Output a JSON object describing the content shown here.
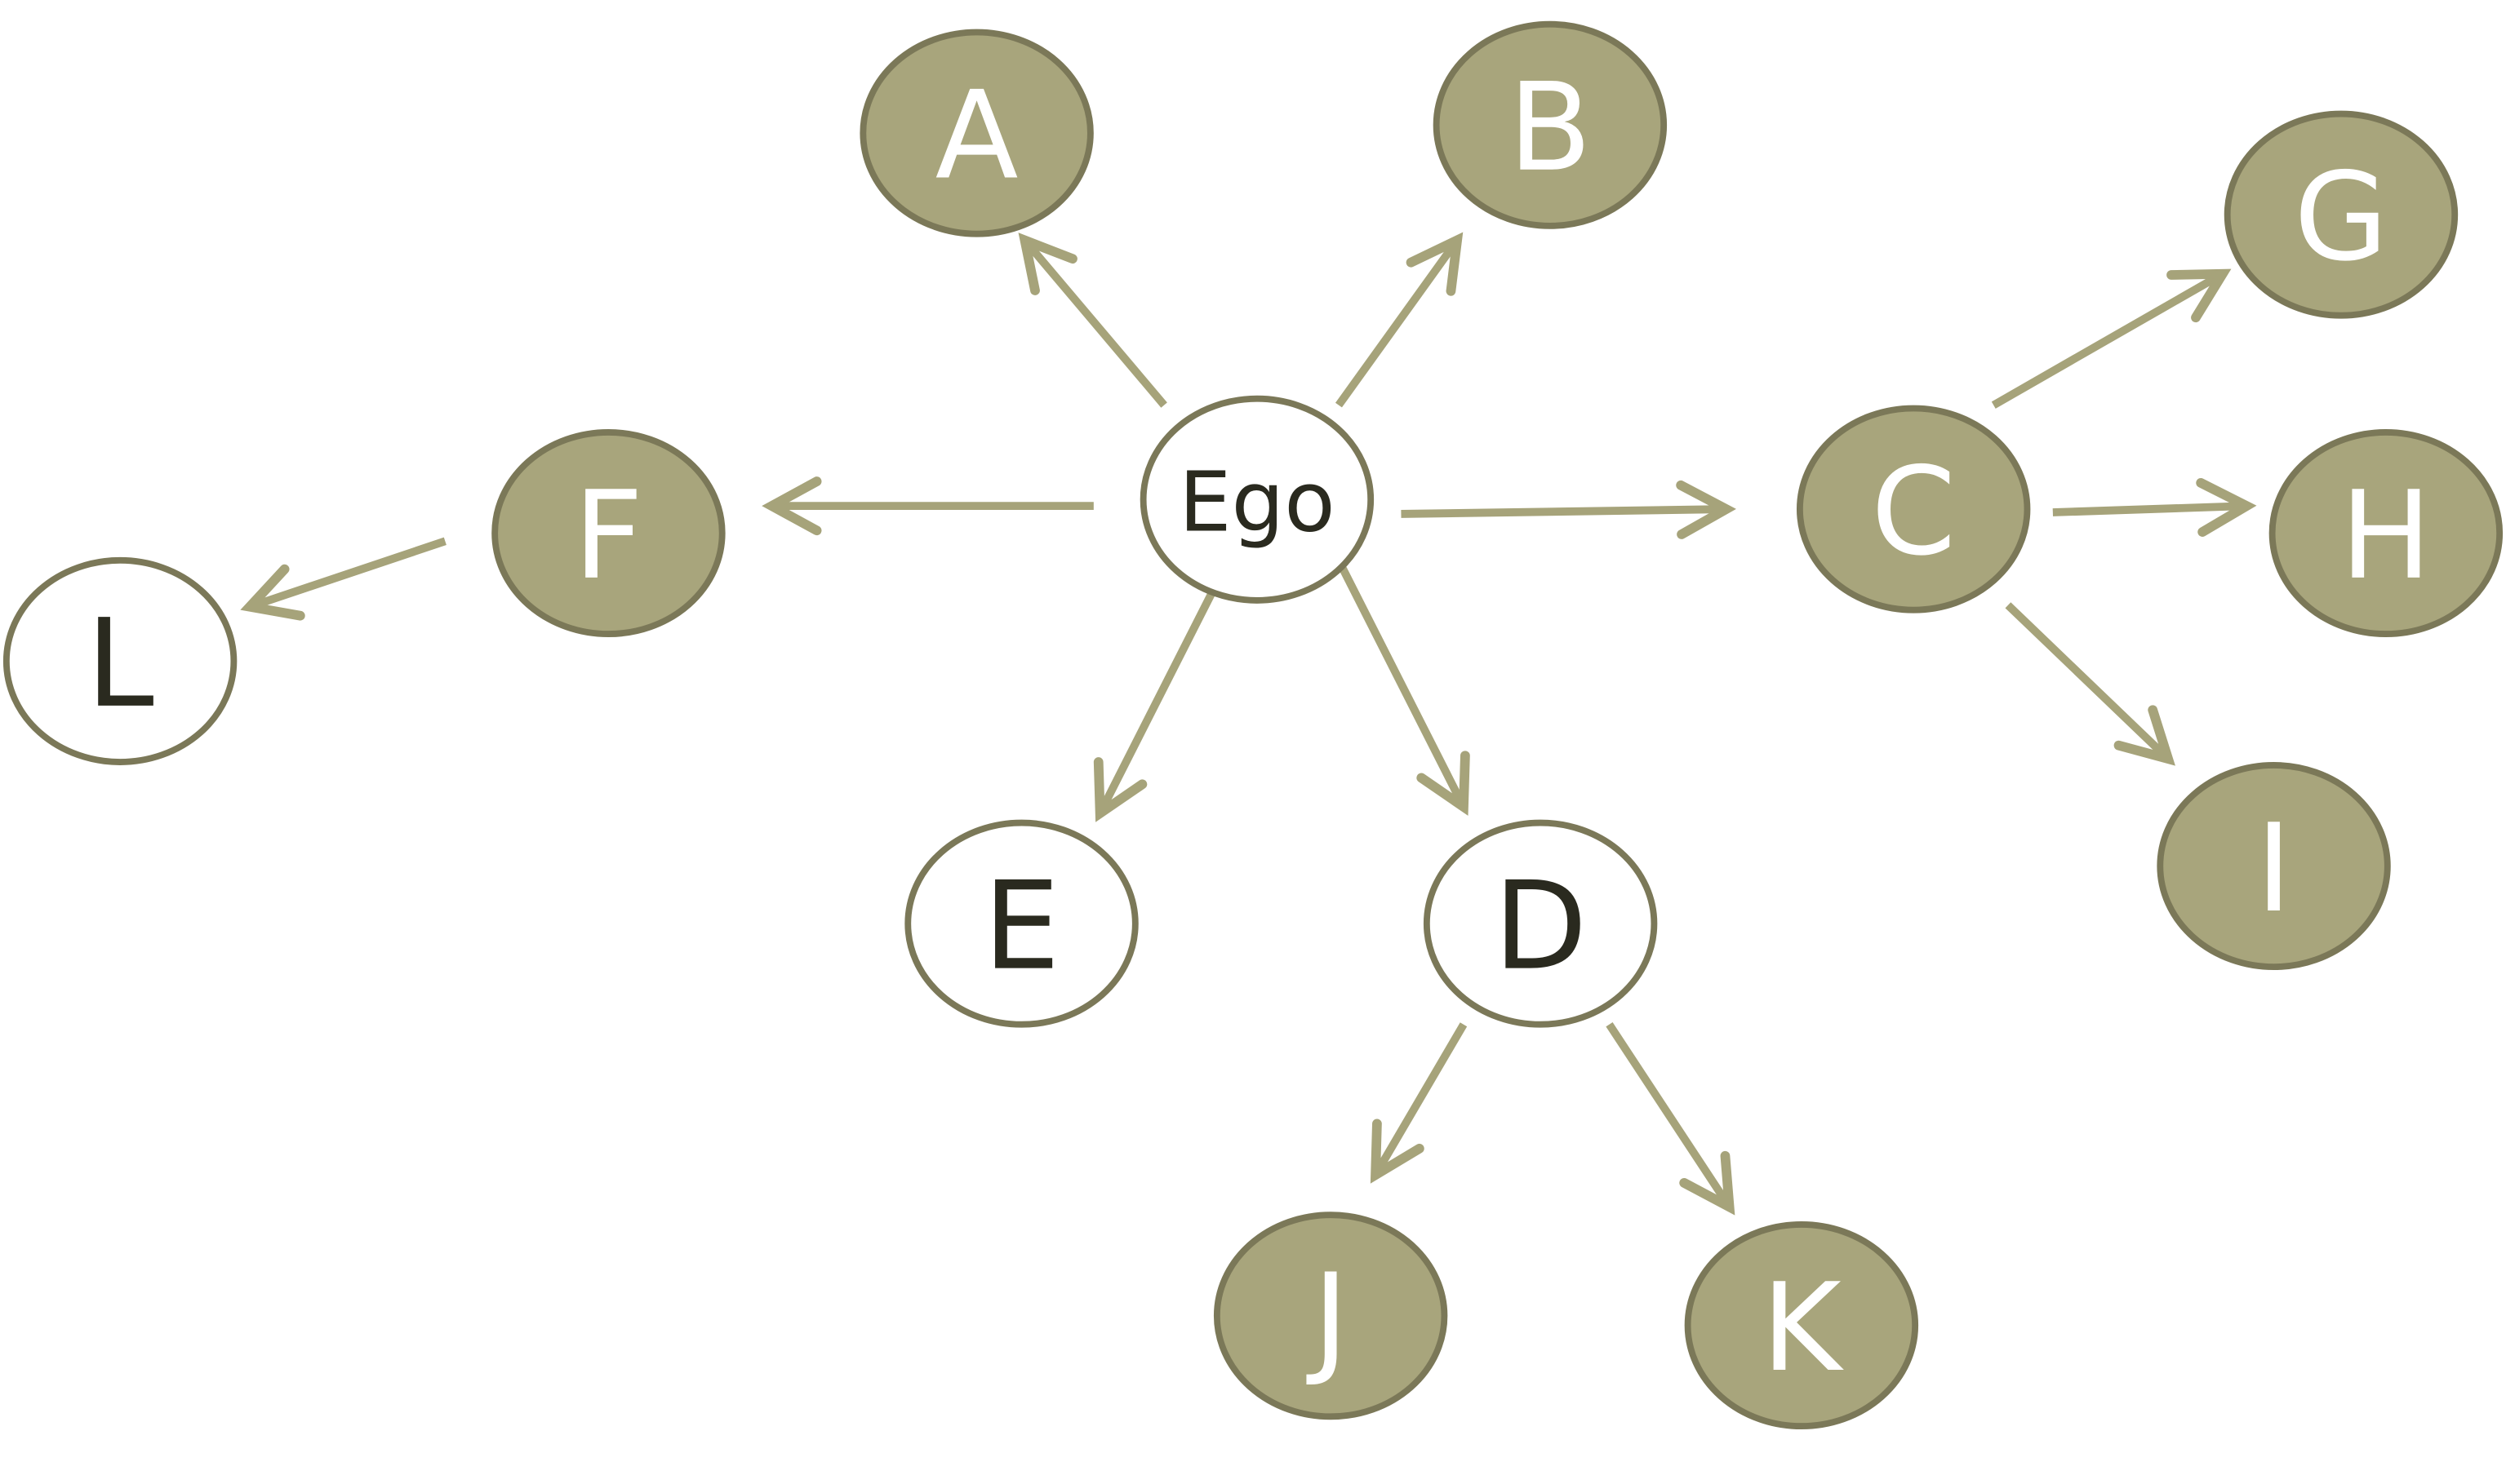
{
  "colors": {
    "node_fill": "#a8a57c",
    "node_stroke": "#7b7858",
    "edge": "#a6a37a",
    "text_on_fill": "#ffffff",
    "text_on_white": "#2a2a1f"
  },
  "nodes": [
    {
      "id": "ego",
      "label": "Ego",
      "filled": false
    },
    {
      "id": "a",
      "label": "A",
      "filled": true
    },
    {
      "id": "b",
      "label": "B",
      "filled": true
    },
    {
      "id": "c",
      "label": "C",
      "filled": true
    },
    {
      "id": "d",
      "label": "D",
      "filled": false
    },
    {
      "id": "e",
      "label": "E",
      "filled": false
    },
    {
      "id": "f",
      "label": "F",
      "filled": true
    },
    {
      "id": "g",
      "label": "G",
      "filled": true
    },
    {
      "id": "h",
      "label": "H",
      "filled": true
    },
    {
      "id": "i",
      "label": "I",
      "filled": true
    },
    {
      "id": "j",
      "label": "J",
      "filled": true
    },
    {
      "id": "k",
      "label": "K",
      "filled": true
    },
    {
      "id": "l",
      "label": "L",
      "filled": false
    }
  ],
  "edges": [
    {
      "from": "ego",
      "to": "a"
    },
    {
      "from": "ego",
      "to": "b"
    },
    {
      "from": "ego",
      "to": "f"
    },
    {
      "from": "ego",
      "to": "c"
    },
    {
      "from": "ego",
      "to": "e"
    },
    {
      "from": "ego",
      "to": "d"
    },
    {
      "from": "f",
      "to": "l"
    },
    {
      "from": "c",
      "to": "g"
    },
    {
      "from": "c",
      "to": "h"
    },
    {
      "from": "c",
      "to": "i"
    },
    {
      "from": "d",
      "to": "j"
    },
    {
      "from": "d",
      "to": "k"
    }
  ]
}
